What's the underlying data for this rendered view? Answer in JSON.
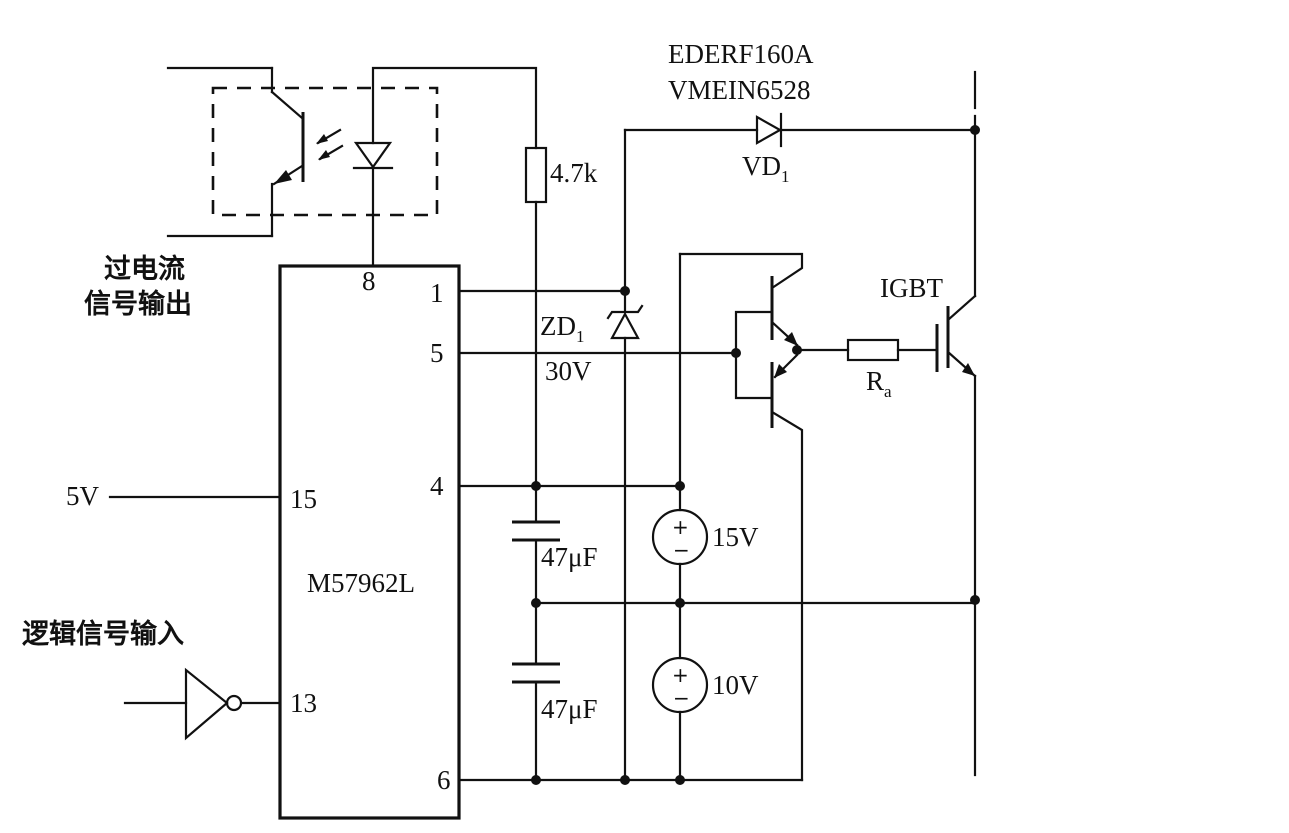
{
  "labels": {
    "overcurrent_line1": "过电流",
    "overcurrent_line2": "信号输出",
    "logic_input": "逻辑信号输入",
    "v5": "5V",
    "chip": "M57962L",
    "diode_part_1": "EDERF160A",
    "diode_part_2": "VMEIN6528",
    "vd_main": "VD",
    "vd_sub": "1",
    "resistor": "4.7k",
    "zener_main": "ZD",
    "zener_sub": "1",
    "zener_value": "30V",
    "igbt": "IGBT",
    "ra_main": "R",
    "ra_sub": "a",
    "cap_top": "47μF",
    "cap_bottom": "47μF",
    "src_top": "15V",
    "src_bottom": "10V",
    "src_plus": "+",
    "src_minus": "−"
  },
  "pins": {
    "p8": "8",
    "p1": "1",
    "p5": "5",
    "p4": "4",
    "p15": "15",
    "p13": "13",
    "p6": "6"
  }
}
